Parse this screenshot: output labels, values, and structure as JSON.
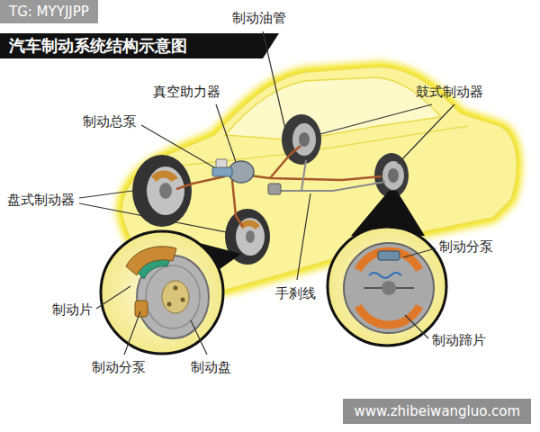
{
  "diagram": {
    "title": "汽车制动系统结构示意图",
    "labels": [
      "TG: MYYJJPP",
      "制动油管",
      "真空助力器",
      "鼓式制动器",
      "制动总泵",
      "盘式制动器",
      "制动分泵",
      "手刹线",
      "制动片",
      "制动蹄片",
      "制动分泵",
      "制动盘",
      "www.zhibeiwangluo.com"
    ]
  }
}
